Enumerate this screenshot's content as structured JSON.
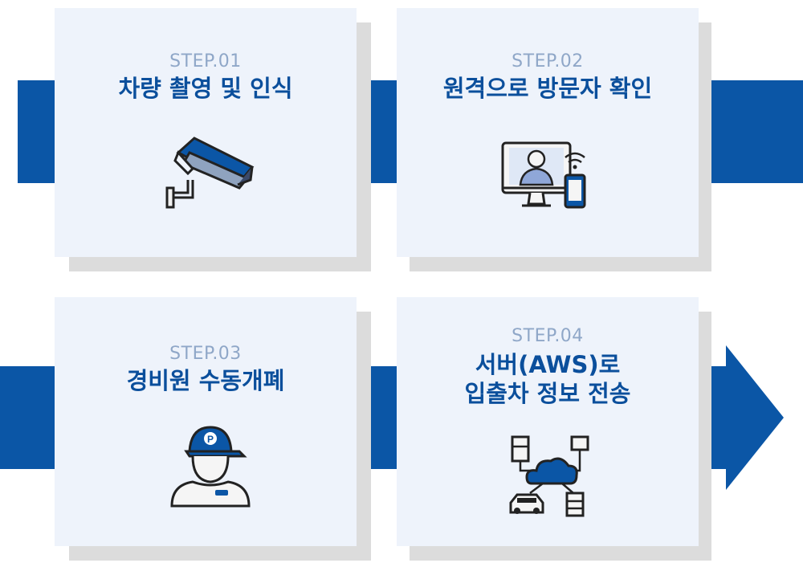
{
  "steps": [
    {
      "step": "STEP.01",
      "title_lines": [
        "차량 촬영 및 인식"
      ],
      "icon": "cctv-camera-icon"
    },
    {
      "step": "STEP.02",
      "title_lines": [
        "원격으로 방문자 확인"
      ],
      "icon": "remote-monitor-icon"
    },
    {
      "step": "STEP.03",
      "title_lines": [
        "경비원 수동개폐"
      ],
      "icon": "parking-guard-icon"
    },
    {
      "step": "STEP.04",
      "title_lines": [
        "서버(AWS)로",
        "입출차 정보 전송"
      ],
      "icon": "cloud-server-network-icon"
    }
  ],
  "colors": {
    "accent": "#0b56a6",
    "card": "#eef3fb",
    "shadow": "#dcdcdc",
    "title": "#0b4f9c",
    "step": "#8fa7c8"
  }
}
